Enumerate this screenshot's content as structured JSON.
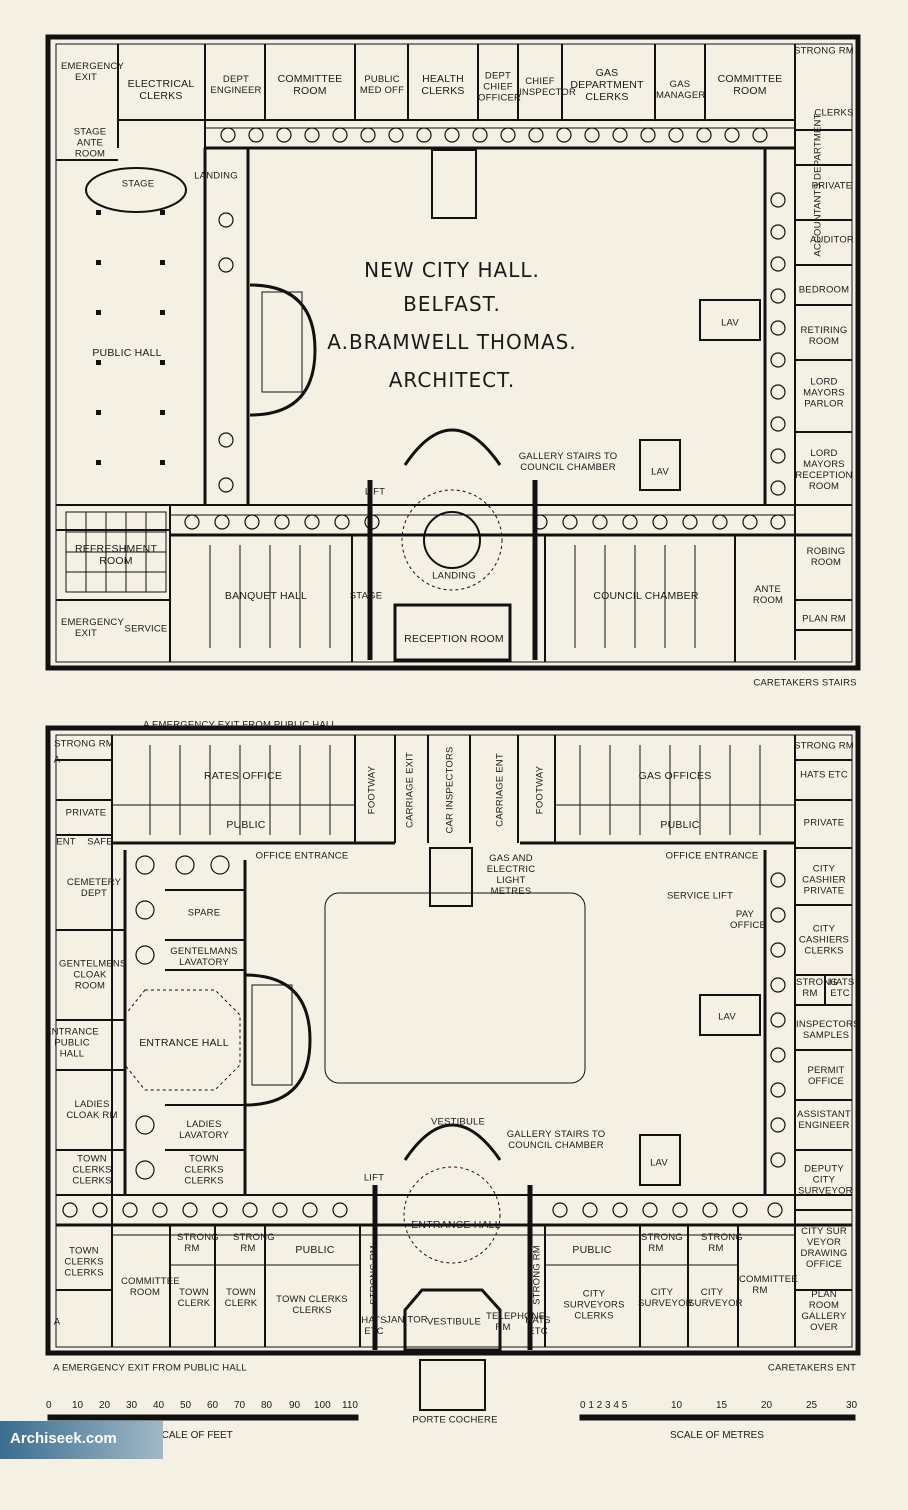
{
  "title": [
    "NEW CITY HALL.",
    "BELFAST.",
    "A.BRAMWELL THOMAS.",
    "ARCHITECT."
  ],
  "watermark": "Archiseek.com",
  "upper_plan": {
    "rooms": [
      "EMERGENCY EXIT",
      "ELECTRICAL CLERKS",
      "DEPT ENGINEER",
      "COMMITTEE ROOM",
      "PUBLIC MED OFF",
      "HEALTH CLERKS",
      "DEPT CHIEF OFFICER",
      "CHIEF INSPECTOR",
      "GAS DEPARTMENT CLERKS",
      "GAS MANAGER",
      "COMMITTEE ROOM",
      "STRONG RM",
      "CLERKS",
      "ACCOUNTANTS DEPARTMENT",
      "PRIVATE",
      "AUDITOR",
      "BEDROOM",
      "RETIRING ROOM",
      "LORD MAYORS PARLOR",
      "LORD MAYORS RECEPTION ROOM",
      "ROBING ROOM",
      "ANTE ROOM",
      "PLAN RM",
      "CARETAKERS STAIRS",
      "STAGE ANTE ROOM",
      "STAGE",
      "LANDING",
      "PUBLIC HALL",
      "LAV",
      "LAV",
      "GALLERY STAIRS TO COUNCIL CHAMBER",
      "LIFT",
      "REFRESHMENT ROOM",
      "BANQUET HALL",
      "STAGE",
      "LANDING",
      "COUNCIL CHAMBER",
      "RECEPTION ROOM",
      "EMERGENCY EXIT",
      "SERVICE"
    ]
  },
  "lower_plan": {
    "rooms": [
      "A EMERGENCY EXIT FROM PUBLIC HALL",
      "STRONG RM",
      "RATES OFFICE",
      "PUBLIC",
      "FOOTWAY",
      "CARRIAGE EXIT",
      "CAR INSPECTORS",
      "CARRIAGE ENT",
      "FOOTWAY",
      "GAS OFFICES",
      "PUBLIC",
      "STRONG RM",
      "HATS ETC",
      "PRIVATE",
      "PRIVATE",
      "ENT",
      "SAFE",
      "OFFICE ENTRANCE",
      "GAS AND ELECTRIC LIGHT METRES",
      "OFFICE ENTRANCE",
      "CITY CASHIER PRIVATE",
      "CEMETERY DEPT",
      "SPARE",
      "SERVICE LIFT",
      "PAY OFFICE",
      "CITY CASHIERS CLERKS",
      "GENTELMANS LAVATORY",
      "GENTELMENS CLOAK ROOM",
      "STRONG RM",
      "HATS ETC",
      "ENTRANCE PUBLIC HALL",
      "ENTRANCE HALL",
      "LAV",
      "INSPECTORS SAMPLES",
      "LADIES CLOAK RM",
      "PERMIT OFFICE",
      "LADIES LAVATORY",
      "VESTIBULE",
      "GALLERY STAIRS TO COUNCIL CHAMBER",
      "ASSISTANT ENGINEER",
      "TOWN CLERKS CLERKS",
      "TOWN CLERKS CLERKS",
      "LIFT",
      "LAV",
      "DEPUTY CITY SURVEYOR",
      "ENTRANCE HALL",
      "CITY SUR VEYOR DRAWING OFFICE",
      "TOWN CLERKS CLERKS",
      "STRONG RM",
      "STRONG RM",
      "PUBLIC",
      "PUBLIC",
      "STRONG RM",
      "STRONG RM",
      "COMMITTEE ROOM",
      "TOWN CLERK",
      "TOWN CLERK",
      "TOWN CLERKS CLERKS",
      "STRONG RM",
      "STRONG RM",
      "CITY SURVEYORS CLERKS",
      "CITY SURVEYOR",
      "CITY SURVEYOR",
      "COMMITTEE RM",
      "PLAN ROOM GALLERY OVER",
      "HATS ETC",
      "JANITOR",
      "VESTIBULE",
      "TELEPHONE RM",
      "HATS ETC",
      "A",
      "A",
      "A EMERGENCY EXIT FROM PUBLIC HALL",
      "CARETAKERS ENT",
      "PORTE COCHERE"
    ]
  },
  "scales": {
    "feet_ticks": [
      "0",
      "10",
      "20",
      "30",
      "40",
      "50",
      "60",
      "70",
      "80",
      "90",
      "100",
      "110"
    ],
    "feet_label": "SCALE OF FEET",
    "metres_ticks": [
      "0 1 2 3 4 5",
      "10",
      "15",
      "20",
      "25",
      "30"
    ],
    "metres_label": "SCALE OF METRES"
  }
}
